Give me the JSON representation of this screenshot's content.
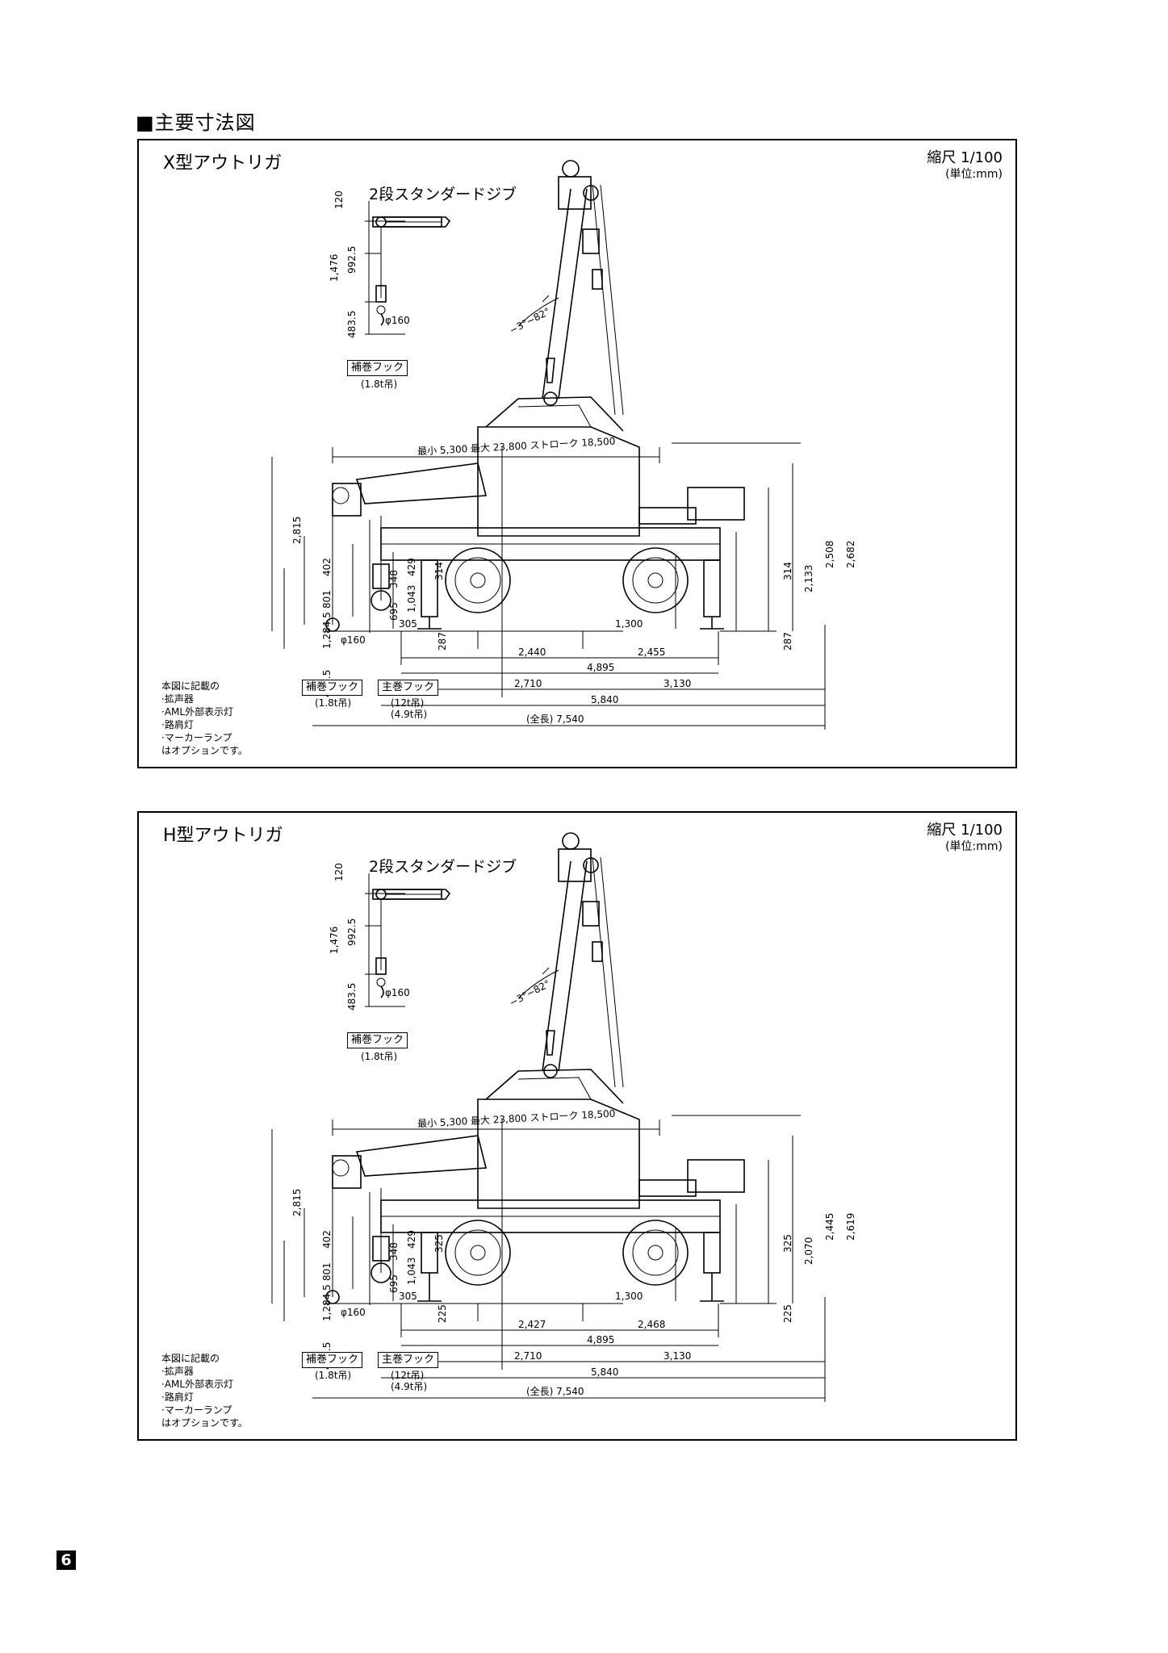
{
  "page_title": "■主要寸法図",
  "page_number": "6",
  "panels": [
    {
      "id": "x",
      "title": "X型アウトリガ",
      "scale": "縮尺 1/100",
      "unit": "(単位:mm)",
      "jib_title": "2段スタンダードジブ",
      "jib_dims": {
        "top": "120",
        "a": "1,476",
        "b": "992.5",
        "c": "483.5",
        "phi": "φ160"
      },
      "aux_hook_top": {
        "label": "補巻フック",
        "cap": "(1.8t吊)"
      },
      "angle": "−3°~82°",
      "boom": "最小 5,300  最大 23,800  ストローク 18,500",
      "left_v": {
        "h": "2,815",
        "a": "402",
        "b": "801",
        "c": "1,284.5",
        "d": "483.5",
        "e": "348",
        "f": "695",
        "g": "1,043",
        "h2": "429",
        "phi": "φ160",
        "w": "305"
      },
      "front_ground": "314",
      "front_bottom": "287",
      "rear_ground": "314",
      "rear_bottom": "287",
      "right_v": [
        "2,133",
        "2,508",
        "2,682"
      ],
      "h_dims": {
        "wb": "1,300",
        "l1": "2,440",
        "l2": "2,455",
        "out": "4,895",
        "m1": "2,710",
        "m2": "3,130",
        "mid": "5,840",
        "total": "(全長) 7,540"
      },
      "hook_aux": {
        "label": "補巻フック",
        "cap": "(1.8t吊)"
      },
      "hook_main": {
        "label": "主巻フック",
        "cap1": "(12t吊)",
        "cap2": "(4.9t吊)"
      },
      "notes": [
        "本図に記載の",
        "·拡声器",
        "·AML外部表示灯",
        "·路肩灯",
        "·マーカーランプ",
        "はオプションです。"
      ]
    },
    {
      "id": "h",
      "title": "H型アウトリガ",
      "scale": "縮尺 1/100",
      "unit": "(単位:mm)",
      "jib_title": "2段スタンダードジブ",
      "jib_dims": {
        "top": "120",
        "a": "1,476",
        "b": "992.5",
        "c": "483.5",
        "phi": "φ160"
      },
      "aux_hook_top": {
        "label": "補巻フック",
        "cap": "(1.8t吊)"
      },
      "angle": "−3°~82°",
      "boom": "最小 5,300  最大 23,800  ストローク 18,500",
      "left_v": {
        "h": "2,815",
        "a": "402",
        "b": "801",
        "c": "1,284.5",
        "d": "483.5",
        "e": "348",
        "f": "695",
        "g": "1,043",
        "h2": "429",
        "phi": "φ160",
        "w": "305"
      },
      "front_ground": "325",
      "front_bottom": "225",
      "rear_ground": "325",
      "rear_bottom": "225",
      "right_v": [
        "2,070",
        "2,445",
        "2,619"
      ],
      "h_dims": {
        "wb": "1,300",
        "l1": "2,427",
        "l2": "2,468",
        "out": "4,895",
        "m1": "2,710",
        "m2": "3,130",
        "mid": "5,840",
        "total": "(全長) 7,540"
      },
      "hook_aux": {
        "label": "補巻フック",
        "cap": "(1.8t吊)"
      },
      "hook_main": {
        "label": "主巻フック",
        "cap1": "(12t吊)",
        "cap2": "(4.9t吊)"
      },
      "notes": [
        "本図に記載の",
        "·拡声器",
        "·AML外部表示灯",
        "·路肩灯",
        "·マーカーランプ",
        "はオプションです。"
      ]
    }
  ]
}
